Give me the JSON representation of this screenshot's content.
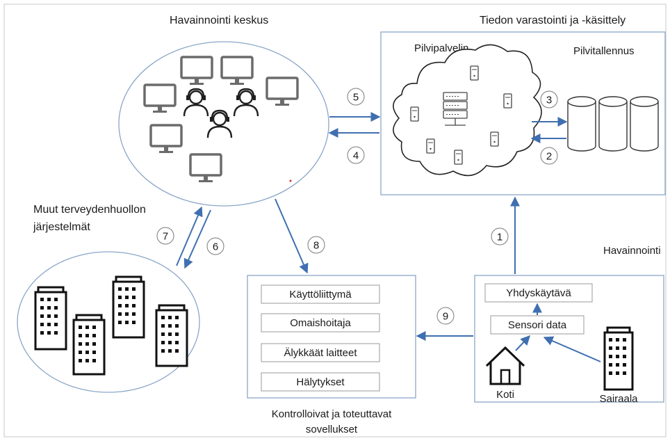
{
  "labels": {
    "monitoring_center": "Havainnointi keskus",
    "storage_title": "Tiedon varastointi ja -käsittely",
    "cloud_server": "Pilvipalvelin",
    "cloud_storage": "Pilvitallennus",
    "other_systems_line1": "Muut terveydenhuollon",
    "other_systems_line2": "järjestelmät",
    "observation": "Havainnointi",
    "controlling_line1": "Kontrolloivat ja toteuttavat",
    "controlling_line2": "sovellukset",
    "home": "Koti",
    "hospital": "Sairaala"
  },
  "apps": [
    "Käyttöliittymä",
    "Omaishoitaja",
    "Älykkäät laitteet",
    "Hälytykset"
  ],
  "observation_boxes": {
    "gateway": "Yhdyskäytävä",
    "sensor": "Sensori data"
  },
  "steps": {
    "s1": "1",
    "s2": "2",
    "s3": "3",
    "s4": "4",
    "s5": "5",
    "s6": "6",
    "s7": "7",
    "s8": "8",
    "s9": "9"
  },
  "colors": {
    "arrow": "#3f6fb0",
    "frame": "#8aa6c8"
  }
}
